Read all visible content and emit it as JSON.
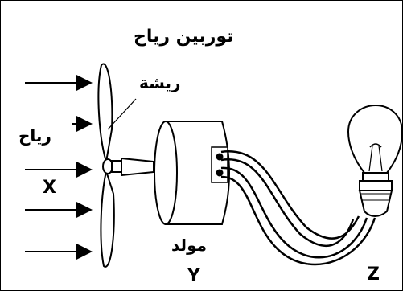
{
  "title": "توربين رياح",
  "labels": {
    "blade": "ريشة",
    "wind": "رياح",
    "generator": "مولد",
    "x": "X",
    "y": "Y",
    "z": "Z"
  },
  "wind_arrow_count": 5
}
